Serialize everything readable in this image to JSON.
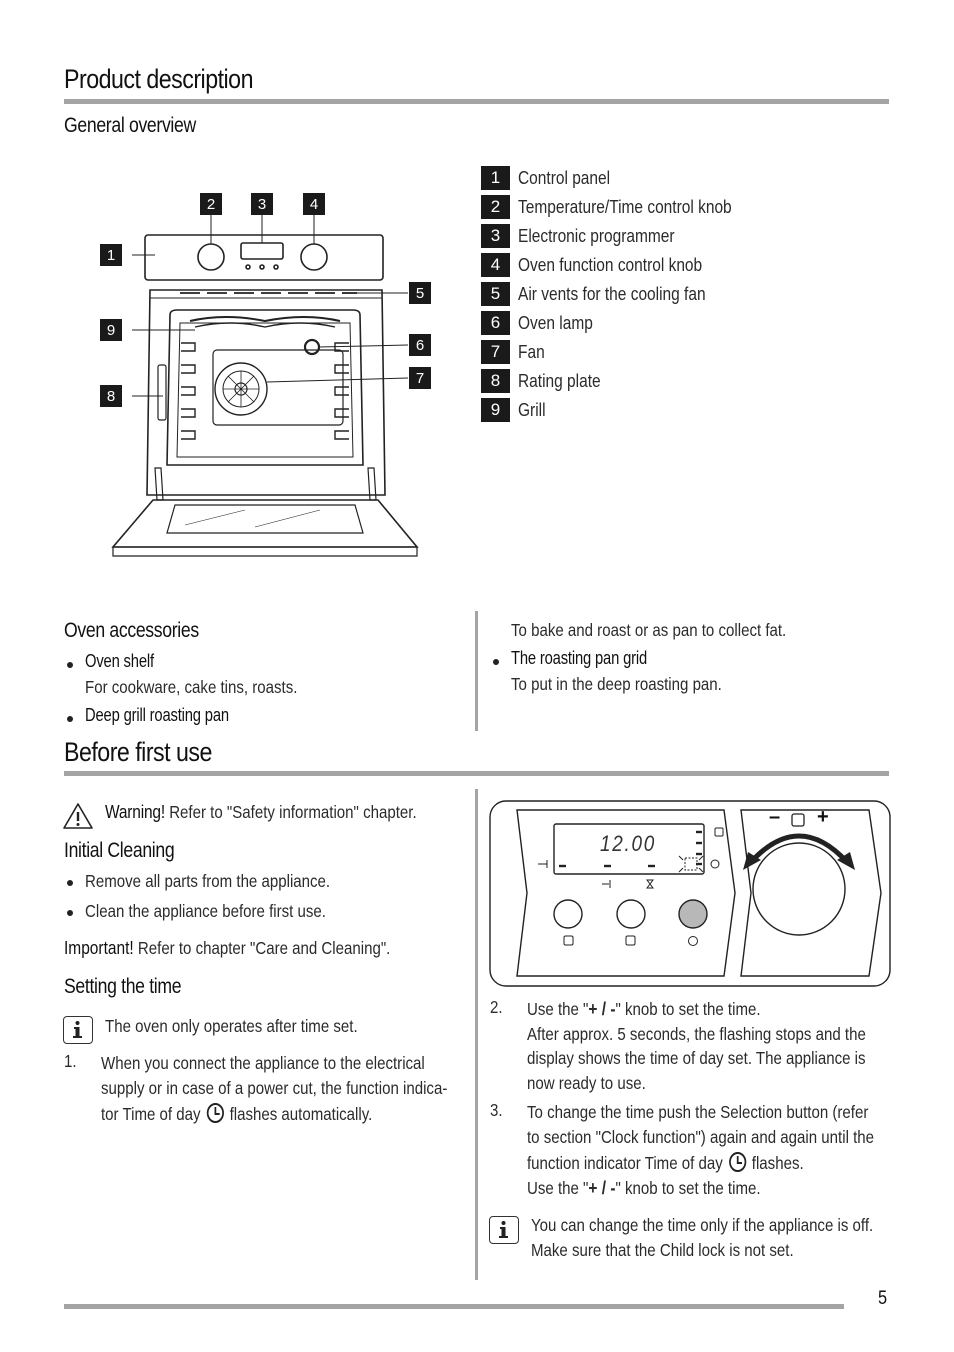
{
  "header": {
    "title": "Product description",
    "subtitle": "General overview"
  },
  "diagram": {
    "callouts": [
      "1",
      "2",
      "3",
      "4",
      "5",
      "6",
      "7",
      "8",
      "9"
    ]
  },
  "legend": [
    {
      "num": "1",
      "label": "Control panel"
    },
    {
      "num": "2",
      "label": "Temperature/Time control knob"
    },
    {
      "num": "3",
      "label": "Electronic programmer"
    },
    {
      "num": "4",
      "label": "Oven function control knob"
    },
    {
      "num": "5",
      "label": "Air vents for the cooling fan"
    },
    {
      "num": "6",
      "label": "Oven lamp"
    },
    {
      "num": "7",
      "label": "Fan"
    },
    {
      "num": "8",
      "label": "Rating plate"
    },
    {
      "num": "9",
      "label": "Grill"
    }
  ],
  "accessories": {
    "title": "Oven accessories",
    "items": [
      {
        "name": "Oven shelf",
        "desc": "For cookware, cake tins, roasts."
      },
      {
        "name": "Deep grill roasting pan",
        "desc": "To bake and roast or as pan to collect fat."
      },
      {
        "name": "The roasting pan grid",
        "desc": "To put in the deep roasting pan."
      }
    ]
  },
  "before_first_use": {
    "title": "Before first use",
    "warning": {
      "label": "Warning!",
      "text": "Refer to \"Safety information\" chapter."
    },
    "initial_cleaning": {
      "title": "Initial Cleaning",
      "bullets": [
        "Remove all parts from the appliance.",
        "Clean the appliance before first use."
      ],
      "important_label": "Important!",
      "important_text": "Refer to chapter \"Care and Cleaning\"."
    },
    "setting_time": {
      "title": "Setting the time",
      "info1": "The oven only operates after time set.",
      "step1": {
        "num": "1.",
        "line1": "When you connect the appliance to the electrical",
        "line2": "supply or in case of a power cut, the function indica-",
        "line3a": "tor Time of day",
        "line3b": "flashes automatically."
      },
      "step2": {
        "num": "2.",
        "line1a": "Use the \"",
        "line1sym": "+ / -",
        "line1b": "\" knob to set the time.",
        "line2": "After approx. 5 seconds, the flashing stops and the",
        "line3": "display shows the time of day set. The appliance is",
        "line4": "now ready to use."
      },
      "step3": {
        "num": "3.",
        "line1": "To change the time push the Selection button (refer",
        "line2": "to section \"Clock function\") again and again until the",
        "line3a": "function indicator Time of day",
        "line3b": "flashes.",
        "line4a": "Use the \"",
        "line4sym": "+ / -",
        "line4b": "\" knob to set the time."
      },
      "info2": {
        "line1": "You can change the time only if the appliance is off.",
        "line2": "Make sure that the Child lock is not set."
      }
    }
  },
  "control_panel": {
    "display_time": "12.00",
    "knob_minus": "–",
    "knob_plus": "+"
  },
  "page_number": "5"
}
